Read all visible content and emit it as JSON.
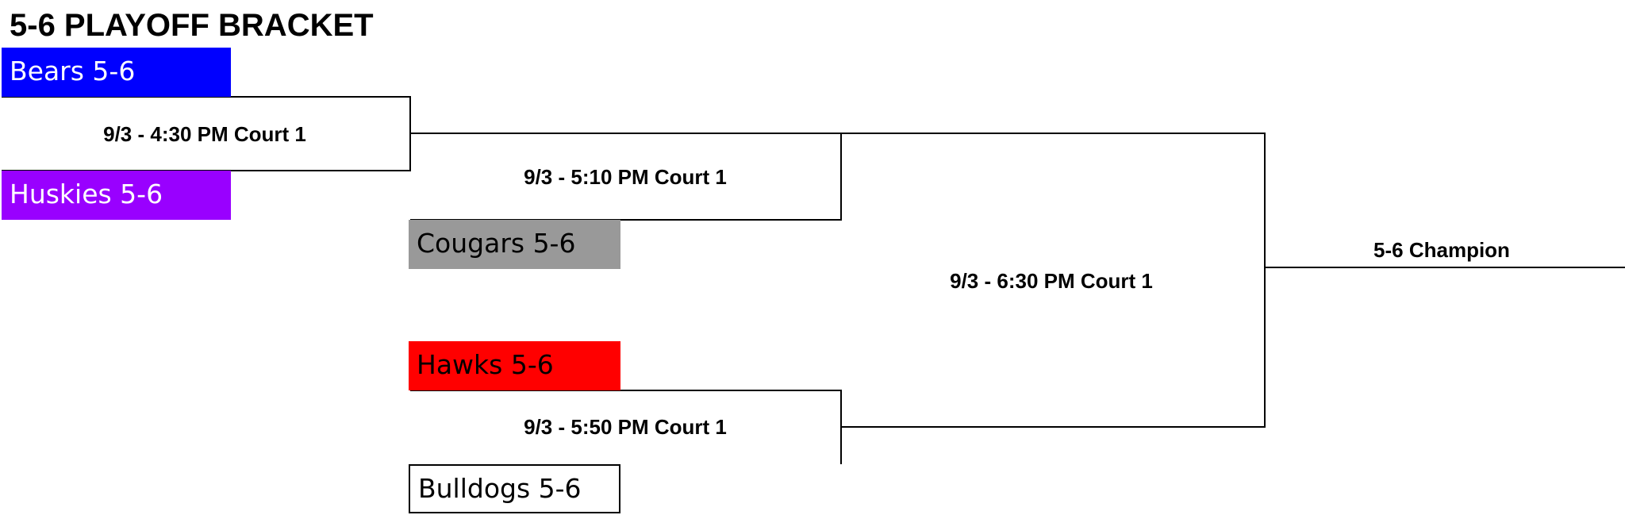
{
  "title": "5-6 PLAYOFF BRACKET",
  "colors": {
    "bears": "#0000ff",
    "huskies": "#9900ff",
    "cougars": "#999999",
    "hawks": "#ff0000",
    "bulldogs": "#ffffff",
    "bears_text": "#ffffff",
    "huskies_text": "#ffffff",
    "cougars_text": "#000000",
    "hawks_text": "#000000",
    "bulldogs_text": "#000000",
    "lines": "#000000"
  },
  "teams": {
    "bears": "Bears 5-6",
    "huskies": "Huskies 5-6",
    "cougars": "Cougars 5-6",
    "hawks": "Hawks 5-6",
    "bulldogs": "Bulldogs 5-6"
  },
  "games": {
    "round1": "9/3 - 4:30 PM Court 1",
    "semifinal_top": "9/3 - 5:10 PM Court 1",
    "semifinal_bottom": "9/3 - 5:50 PM Court 1",
    "final": "9/3 - 6:30 PM Court 1"
  },
  "champion_label": "5-6 Champion"
}
